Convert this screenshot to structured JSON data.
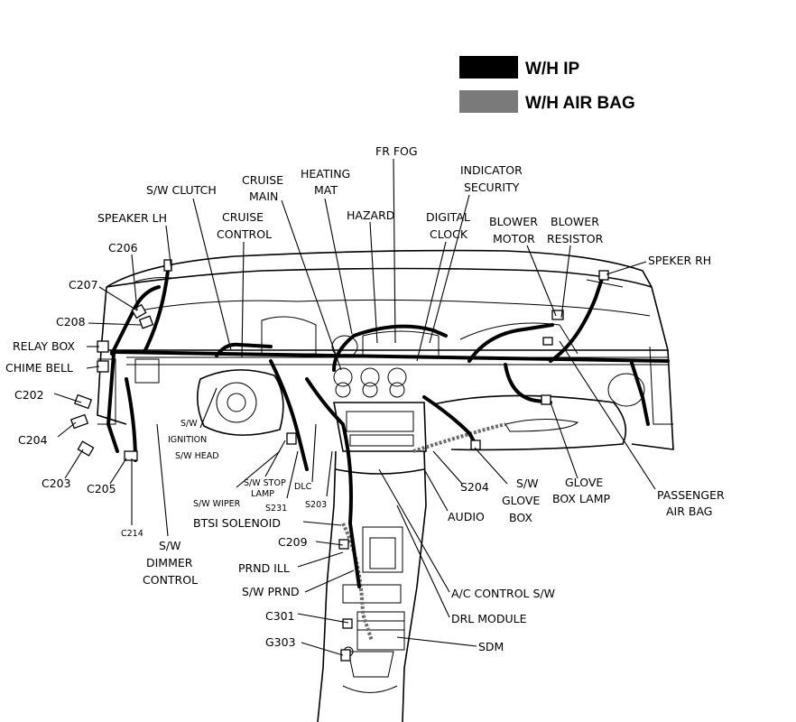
{
  "legend": {
    "ip_label": "W/H IP",
    "airbag_label": "W/H AIR BAG",
    "ip_color": "#000000",
    "airbag_color": "#7a7a7a"
  },
  "labels": {
    "fr_fog": "FR FOG",
    "indicator": "INDICATOR",
    "security": "SECURITY",
    "heating": "HEATING",
    "mat": "MAT",
    "cruise_main_1": "CRUISE",
    "cruise_main_2": "MAIN",
    "sw_clutch": "S/W CLUTCH",
    "speaker_lh": "SPEAKER LH",
    "cruise_control_1": "CRUISE",
    "cruise_control_2": "CONTROL",
    "hazard": "HAZARD",
    "digital": "DIGITAL",
    "clock": "CLOCK",
    "blower_motor_1": "BLOWER",
    "blower_motor_2": "MOTOR",
    "blower_resistor_1": "BLOWER",
    "blower_resistor_2": "RESISTOR",
    "speker_rh": "SPEKER RH",
    "c206": "C206",
    "c207": "C207",
    "c208": "C208",
    "relay_box": "RELAY BOX",
    "chime_bell": "CHIME BELL",
    "c202": "C202",
    "c204": "C204",
    "c203": "C203",
    "c205": "C205",
    "c214": "C214",
    "sw_dimmer_1": "S/W",
    "sw_dimmer_2": "DIMMER",
    "sw_dimmer_3": "CONTROL",
    "sw_ignition_1": "S/W",
    "sw_ignition_2": "IGNITION",
    "sw_head": "S/W HEAD",
    "sw_wiper": "S/W WIPER",
    "sw_stop_lamp_1": "S/W STOP",
    "sw_stop_lamp_2": "LAMP",
    "s231": "S231",
    "dlc": "DLC",
    "s203": "S203",
    "btsi_solenoid": "BTSI SOLENOID",
    "c209": "C209",
    "prnd_ill": "PRND ILL",
    "sw_prnd": "S/W PRND",
    "c301": "C301",
    "g303": "G303",
    "sdm": "SDM",
    "drl_module": "DRL MODULE",
    "ac_control": "A/C CONTROL S/W",
    "audio": "AUDIO",
    "s204": "S204",
    "sw_glove_1": "S/W",
    "sw_glove_2": "GLOVE",
    "sw_glove_3": "BOX",
    "glove_lamp_1": "GLOVE",
    "glove_lamp_2": "BOX LAMP",
    "passenger_1": "PASSENGER",
    "passenger_2": "AIR BAG"
  }
}
